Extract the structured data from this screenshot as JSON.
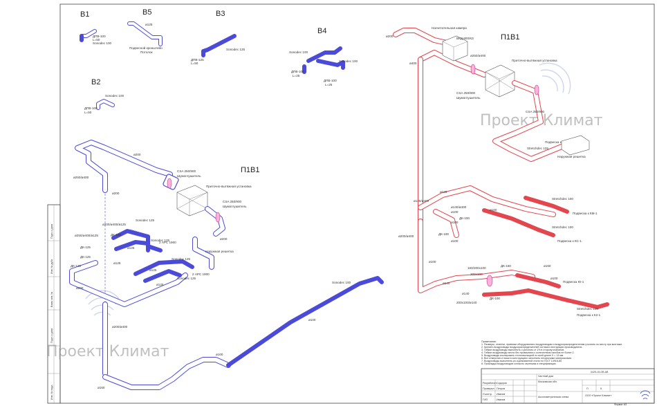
{
  "systems": {
    "b1": "В1",
    "b2": "В2",
    "b3": "В3",
    "b4": "В4",
    "b5": "В5",
    "p1v1_left": "П1В1",
    "p1v1_right": "П1В1"
  },
  "watermark": "Проект Климат",
  "left_labels": {
    "b1_a": "ДПВ-100",
    "b1_b": "L=50",
    "b1_c": "Sonodec 100",
    "b5_a": "ø125",
    "b5_b": "Подвесной кронштейн",
    "b5_c": "Потолок",
    "b3_a": "Sonodec 125",
    "b3_b": "ДПВ-125",
    "b3_c": "L=50",
    "b2_a": "Sonodec 100",
    "b2_b": "ДПВ-100",
    "b2_c": "L=50",
    "b4_a": "Sonodec 100",
    "b4_b": "Sonodec 100",
    "b4_c": "ДПВ-100",
    "b4_d": "L=25",
    "b4_e": "ДПВ-100",
    "b4_f": "L=25",
    "d200": "ø200",
    "d250_400": "ø250/ø400",
    "d200b": "ø200",
    "csa1": "CSA 250/900",
    "csa1b": "Шумоглушитель",
    "intake": "Приточно-вытяжная установка",
    "csa2": "CSA 250/900",
    "csa2b": "Шумоглушитель",
    "d200c": "ø200",
    "outdoor": "Наружная решетка",
    "d200_400_125": "ø200/ø400/ø125",
    "d250_400_125": "ø250/ø400/ø125",
    "dk125a": "ДК-125",
    "dk125b": "ДК-125",
    "dk125c": "ДК-125",
    "dk125d": "ДК-125",
    "son125a": "Sonodec 125",
    "son125b": "Sonodec 125",
    "son125c": "Sonodec 125",
    "son125d": "Sonodec 125",
    "apc1": "2 АРС 1900",
    "apc2": "2 АРС 1900",
    "d125a": "ø125",
    "d125b": "ø125",
    "d125c": "ø125",
    "d200d": "ø200",
    "d200_400": "ø200/ø400",
    "son100": "Sonodec 100",
    "d100a": "ø100",
    "d100b": "ø100",
    "d160": "ø160"
  },
  "right_labels": {
    "d200": "ø200",
    "d400": "ø400",
    "chamber": "Нагнетательная камера",
    "vkd": "ВКД-800/КЗ",
    "d250_400": "ø250/ø400",
    "unit": "Приточно-вытяжная установка",
    "csa": "CSA 250/900",
    "csa_b": "Шумоглушитель",
    "csa2": "CSA 250/900",
    "k1": "Подвеска к Ю1",
    "stretch125": "Stretchdec 125",
    "grille": "Наружная решетка",
    "d125": "ø125",
    "d125_400": "ø125/ø400",
    "d140_400": "ø140/ø400",
    "d200_400": "ø200/ø400",
    "d100a": "ø100",
    "d100b": "ø100",
    "d100c": "ø100",
    "dk100a": "ДК-100",
    "dk100b": "ДК-100",
    "str100a": "Stretchdec 100",
    "str100b": "Stretchdec 100",
    "pod_k1": "Подвеска к КМ-1",
    "pod_kc1": "Подвеска к КС-1",
    "d100d": "ø100",
    "vx": "160/200х100",
    "vx2": "200х100",
    "dk160": "ДК-160",
    "d160": "ø160",
    "d140": "ø140",
    "d100e": "ø100",
    "d140b": "ø140",
    "pod_k1b": "Подвеска Ю-1",
    "dk100c": "ДК-100",
    "r1": "200х100/ø140",
    "str100c": "Stretchdec 100",
    "pod_k2": "Подвеска к К2-1"
  },
  "notes": {
    "header": "Примечания:",
    "lines": [
      "1. Размеры, отметки, привязки оборудования к воздуховодам и воздухораспределителям уточнить по месту при монтаже.",
      "2. Крепить воздуховоды воздухораспределителей согласно инструкции производителя.",
      "3. Гибкие воздуховоды выполнить с уклоном от 1% в сторону клапанов.",
      "4. Гибкие воздуховоды вести без провисания с количеством изгибов не более 2.",
      "5. Воздуховоды изолировать теплоизоляцией по всей длине δ = 13 мм.",
      "6. Все отверстия и ниши в конструкциях заполнить негорючими материалами.",
      "7. Воздуховоды выполнить из оцинкованной стали по ГОСТ 14918-80.",
      "8. Прокладка воздуховодов согласно чертежам и спецификации."
    ]
  },
  "title_block": {
    "code": "0425-15-ОВ.АВ",
    "object": "Частный дом",
    "address": "Московская обл.",
    "sheet_title": "Аксонометрическая схема",
    "company": "ООО «Проект Климат»",
    "stage": "П",
    "sheet": "5",
    "sheets": "",
    "format": "Формат А3",
    "roles": [
      "Разработал",
      "Проверил",
      "Н.контр.",
      "ГИП"
    ],
    "names": [
      "Сидоров",
      "Петров",
      "Иванов",
      "Иванов"
    ],
    "side_stamps": [
      "Подп. и дата",
      "Инв. № дубл.",
      "Взам. инв. №",
      "Подп. и дата",
      "Инв. № подл."
    ]
  },
  "colors": {
    "supply": "#4b4bd8",
    "exhaust": "#e2474f",
    "watermark": "#8d8d8d"
  }
}
